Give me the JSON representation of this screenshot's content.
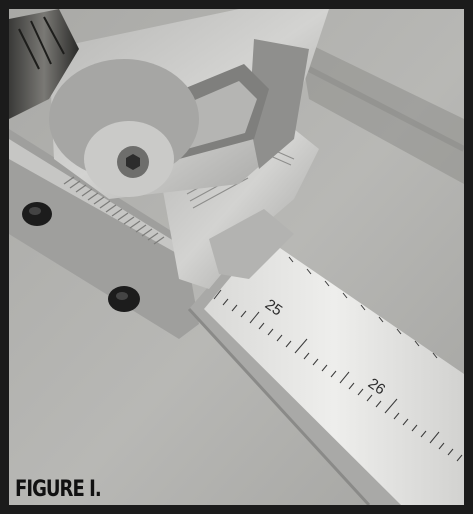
{
  "figure": {
    "caption": "FIGURE I.",
    "scale_labels": [
      "25",
      "26"
    ],
    "colors": {
      "frame": "#1b1b1b",
      "background": "#b9b9b6",
      "metal": "#c8c8c6",
      "rail": "#e4e4e2",
      "caption": "#111111"
    }
  }
}
